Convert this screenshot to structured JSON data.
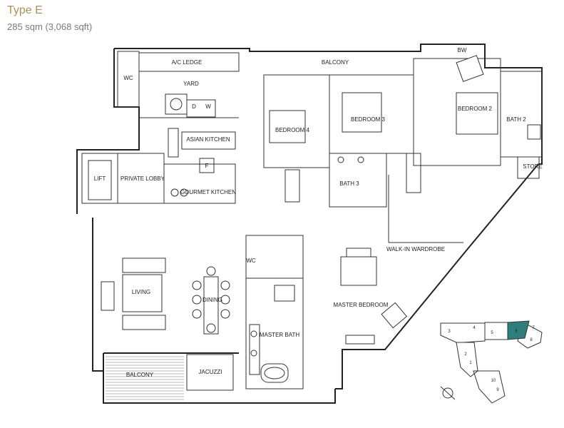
{
  "header": {
    "title": "Type E",
    "area": "285 sqm (3,068 sqft)"
  },
  "rooms": {
    "ac_ledge": "A/C LEDGE",
    "wc": "WC",
    "yard": "YARD",
    "d": "D",
    "w": "W",
    "asian_kitchen": "ASIAN KITCHEN",
    "fridge": "F",
    "gourmet_kitchen": "GOURMET KITCHEN",
    "lift": "LIFT",
    "private_lobby": "PRIVATE LOBBY",
    "balcony_top": "BALCONY",
    "bedroom4": "BEDROOM 4",
    "bedroom3": "BEDROOM 3",
    "bath3": "BATH 3",
    "bw": "BW",
    "bedroom2": "BEDROOM 2",
    "bath2": "BATH 2",
    "store": "STORE",
    "living": "LIVING",
    "dining": "DINING",
    "master_bedroom": "MASTER BEDROOM",
    "master_bath": "MASTER BATH",
    "walkin": "WALK-IN WARDROBE",
    "wc_small": "WC",
    "balcony_bottom": "BALCONY",
    "jacuzzi": "JACUZZI"
  },
  "key_plan": {
    "units": [
      "1",
      "2",
      "3",
      "4",
      "5",
      "6",
      "7",
      "8",
      "9",
      "10"
    ],
    "highlight_unit": "6",
    "highlight_color": "#2e7f7c"
  },
  "north_arrow": "north-arrow-icon"
}
